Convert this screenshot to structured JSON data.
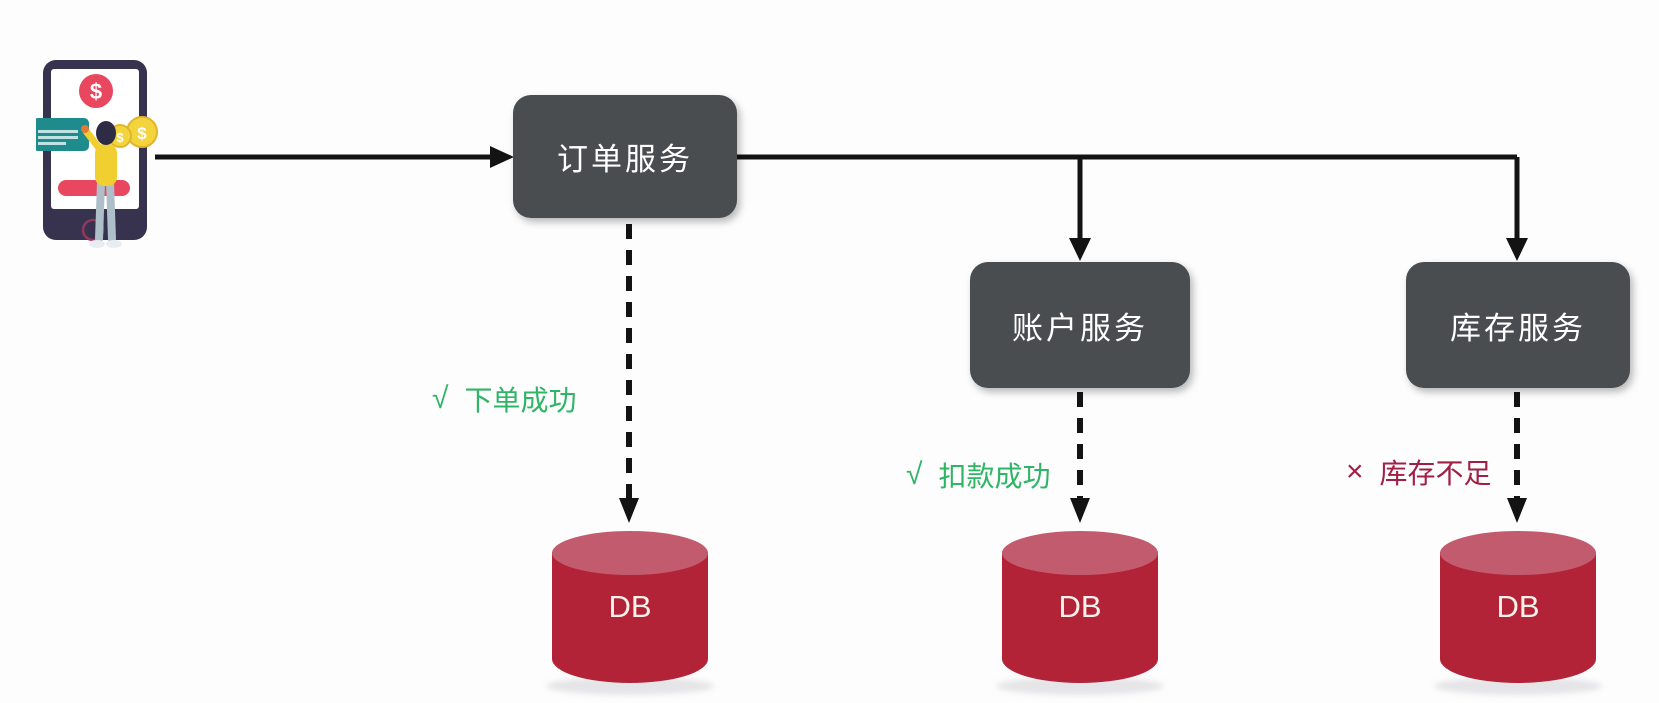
{
  "nodes": {
    "order": {
      "label": "订单服务"
    },
    "account": {
      "label": "账户服务"
    },
    "inventory": {
      "label": "库存服务"
    }
  },
  "statuses": {
    "order": {
      "mark": "√",
      "text": "下单成功"
    },
    "account": {
      "mark": "√",
      "text": "扣款成功"
    },
    "inventory": {
      "mark": "×",
      "text": "库存不足"
    }
  },
  "databases": {
    "order": {
      "label": "DB"
    },
    "account": {
      "label": "DB"
    },
    "inventory": {
      "label": "DB"
    }
  },
  "illustration": {
    "name": "user-mobile-payment",
    "dollar_symbol": "$"
  },
  "colors": {
    "node_background": "#4a4d50",
    "node_text": "#ffffff",
    "success_text": "#2fb566",
    "failure_text": "#a11f45",
    "db_body": "#b22338",
    "db_top": "#c25b6d",
    "arrow": "#131313",
    "background": "#fdfdfd"
  }
}
